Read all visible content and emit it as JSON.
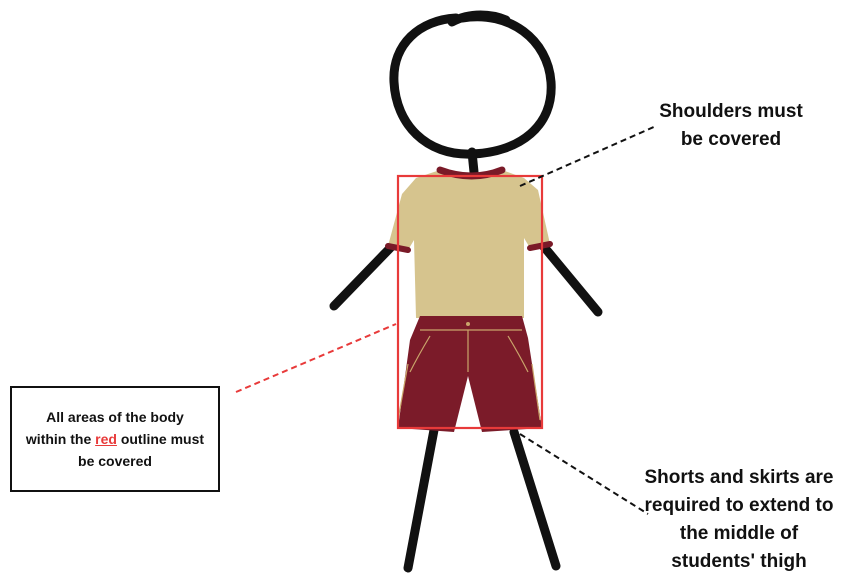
{
  "annotations": {
    "shoulders": {
      "line1": "Shoulders must",
      "line2": "be covered"
    },
    "shorts": {
      "line1": "Shorts and skirts are",
      "line2": "required to extend to",
      "line3": "the middle of",
      "line4": "students' thigh"
    },
    "outline_note": {
      "line1": "All areas of the body",
      "line2_before": "within the ",
      "line2_highlight": "red",
      "line2_after": " outline must",
      "line3": "be covered"
    }
  },
  "figure": {
    "shirt_color": "tan",
    "shorts_color": "maroon",
    "outline_color": "red"
  },
  "colors": {
    "outline_red": "#e83a3a",
    "shirt_tan": "#d6c48e",
    "shirt_trim": "#7a1a28",
    "shorts_maroon": "#7b1b29",
    "shorts_stitch": "#caa56b",
    "ink": "#111111"
  }
}
